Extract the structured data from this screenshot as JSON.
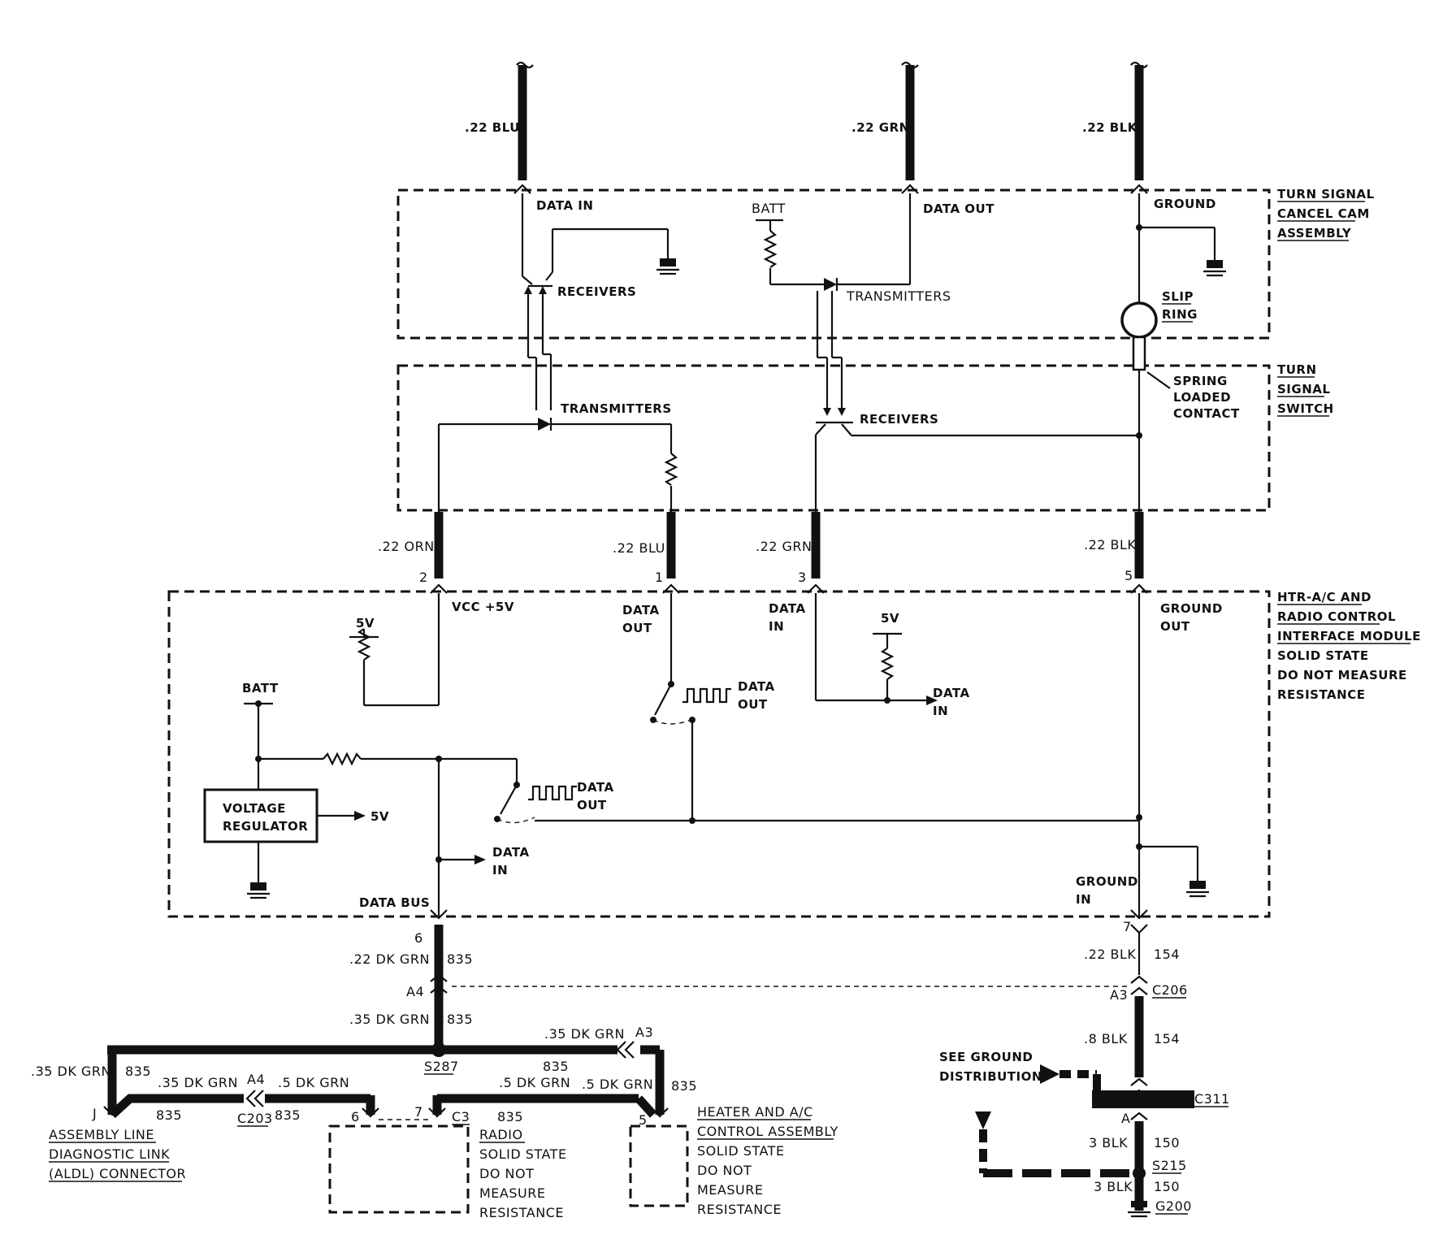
{
  "wires_top": {
    "blu": ".22 BLU",
    "grn": ".22 GRN",
    "blk": ".22 BLK"
  },
  "turn_signal_cancel_cam": {
    "title_lines": [
      "TURN SIGNAL",
      "CANCEL CAM",
      "ASSEMBLY"
    ],
    "data_in": "DATA IN",
    "data_out": "DATA OUT",
    "ground": "GROUND",
    "batt": "BATT",
    "receivers": "RECEIVERS",
    "transmitters": "TRANSMITTERS",
    "slip_ring": [
      "SLIP",
      "RING"
    ]
  },
  "turn_signal_switch": {
    "title_lines": [
      "TURN",
      "SIGNAL",
      "SWITCH"
    ],
    "transmitters": "TRANSMITTERS",
    "receivers": "RECEIVERS",
    "spring_contact": [
      "SPRING",
      "LOADED",
      "CONTACT"
    ]
  },
  "wires_mid": {
    "orn": ".22 ORN",
    "blu": ".22 BLU",
    "grn": ".22 GRN",
    "blk": ".22 BLK",
    "pins": [
      "2",
      "1",
      "3",
      "5"
    ]
  },
  "interface_module": {
    "title_lines": [
      "HTR-A/C AND",
      "RADIO CONTROL",
      "INTERFACE MODULE"
    ],
    "note_lines": [
      "SOLID STATE",
      "DO NOT MEASURE",
      "RESISTANCE"
    ],
    "vcc": "VCC +5V",
    "data_out_1": [
      "DATA",
      "OUT"
    ],
    "data_in_1": [
      "DATA",
      "IN"
    ],
    "ground_out": [
      "GROUND",
      "OUT"
    ],
    "five_v_a": "5V",
    "five_v_b": "5V",
    "five_v_c": "5V",
    "batt": "BATT",
    "regulator": [
      "VOLTAGE",
      "REGULATOR"
    ],
    "data_out_2": [
      "DATA",
      "OUT"
    ],
    "data_in_2": [
      "DATA",
      "IN"
    ],
    "data_out_3": [
      "DATA",
      "OUT"
    ],
    "data_in_3": [
      "DATA",
      "IN"
    ],
    "data_bus": "DATA BUS",
    "ground_in": [
      "GROUND",
      "IN"
    ]
  },
  "lower_left": {
    "pin6": "6",
    "w1": ".22 DK GRN",
    "c1": "835",
    "a4": "A4",
    "w2": ".35 DK GRN",
    "c2": "835",
    "w3": ".35 DK GRN",
    "a3": "A3",
    "s287": "S287",
    "c3": "835",
    "w4": ".35 DK GRN",
    "c4": "835",
    "w5": ".35 DK GRN",
    "a4b": "A4",
    "w6": ".5 DK GRN",
    "c5": "835",
    "c203": "C203",
    "c6": "835",
    "j": "J",
    "aldl": [
      "ASSEMBLY LINE",
      "DIAGNOSTIC LINK",
      "(ALDL) CONNECTOR"
    ],
    "w7": ".5 DK GRN",
    "w8": ".5 DK GRN",
    "c7": "835",
    "c8": "835",
    "pin6b": "6",
    "pin7": "7",
    "c3conn": "C3",
    "pin5": "5",
    "radio": [
      "RADIO",
      "SOLID STATE",
      "DO NOT",
      "MEASURE",
      "RESISTANCE"
    ],
    "heater": [
      "HEATER AND A/C",
      "CONTROL ASSEMBLY",
      "SOLID STATE",
      "DO NOT",
      "MEASURE",
      "RESISTANCE"
    ]
  },
  "lower_right": {
    "pin7": "7",
    "w1": ".22 BLK",
    "c1": "154",
    "a3": "A3",
    "c206": "C206",
    "w2": ".8 BLK",
    "c2": "154",
    "see_ground": [
      "SEE GROUND",
      "DISTRIBUTION"
    ],
    "c311": "C311",
    "a": "A",
    "w3": "3 BLK",
    "c3": "150",
    "s215": "S215",
    "w4": "3 BLK",
    "c4": "150",
    "g200": "G200"
  }
}
